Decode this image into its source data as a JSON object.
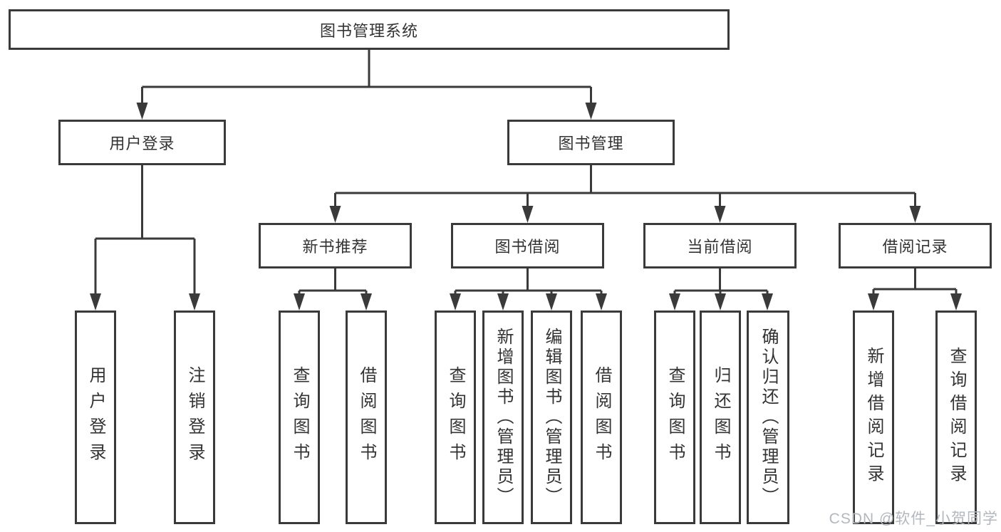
{
  "root": {
    "label": "图书管理系统"
  },
  "level2": [
    {
      "label": "用户登录"
    },
    {
      "label": "图书管理"
    }
  ],
  "login_children": [
    "用户登录",
    "注销登录"
  ],
  "modules": [
    {
      "label": "新书推荐",
      "children": [
        "查询图书",
        "借阅图书"
      ]
    },
    {
      "label": "图书借阅",
      "children": [
        "查询图书",
        "新增图书（管理员）",
        "编辑图书（管理员）",
        "借阅图书"
      ]
    },
    {
      "label": "当前借阅",
      "children": [
        "查询图书",
        "归还图书",
        "确认归还（管理员）"
      ]
    },
    {
      "label": "借阅记录",
      "children": [
        "新增借阅记录",
        "查询借阅记录"
      ]
    }
  ],
  "watermark": {
    "text": "CSDN @软件_小贺同学",
    "color": "#b3b8bd"
  },
  "colors": {
    "line": "#3a3a3a",
    "text": "#333333",
    "background": "#ffffff"
  }
}
